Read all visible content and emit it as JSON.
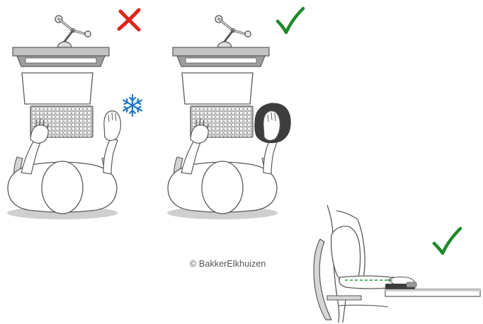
{
  "credit": "© BakkerElkhuizen",
  "colors": {
    "line": "#5a5a5a",
    "desk_gray": "#bdbdbd",
    "shadow": "#cfcfcf",
    "cross": "#e0241b",
    "check": "#1e8a2a",
    "snowflake": "#1f78c8",
    "pad": "#3d3d3d",
    "guide": "#1f9a3c"
  },
  "panels": [
    {
      "name": "incorrect-setup",
      "verdict_icon": "cross-icon",
      "cold_icon": "snowflake-icon"
    },
    {
      "name": "correct-setup",
      "verdict_icon": "check-icon",
      "accessory": "wrist-rest-mouse-pad"
    },
    {
      "name": "side-view",
      "verdict_icon": "check-icon",
      "accessory": "forearm-support-guide"
    }
  ]
}
